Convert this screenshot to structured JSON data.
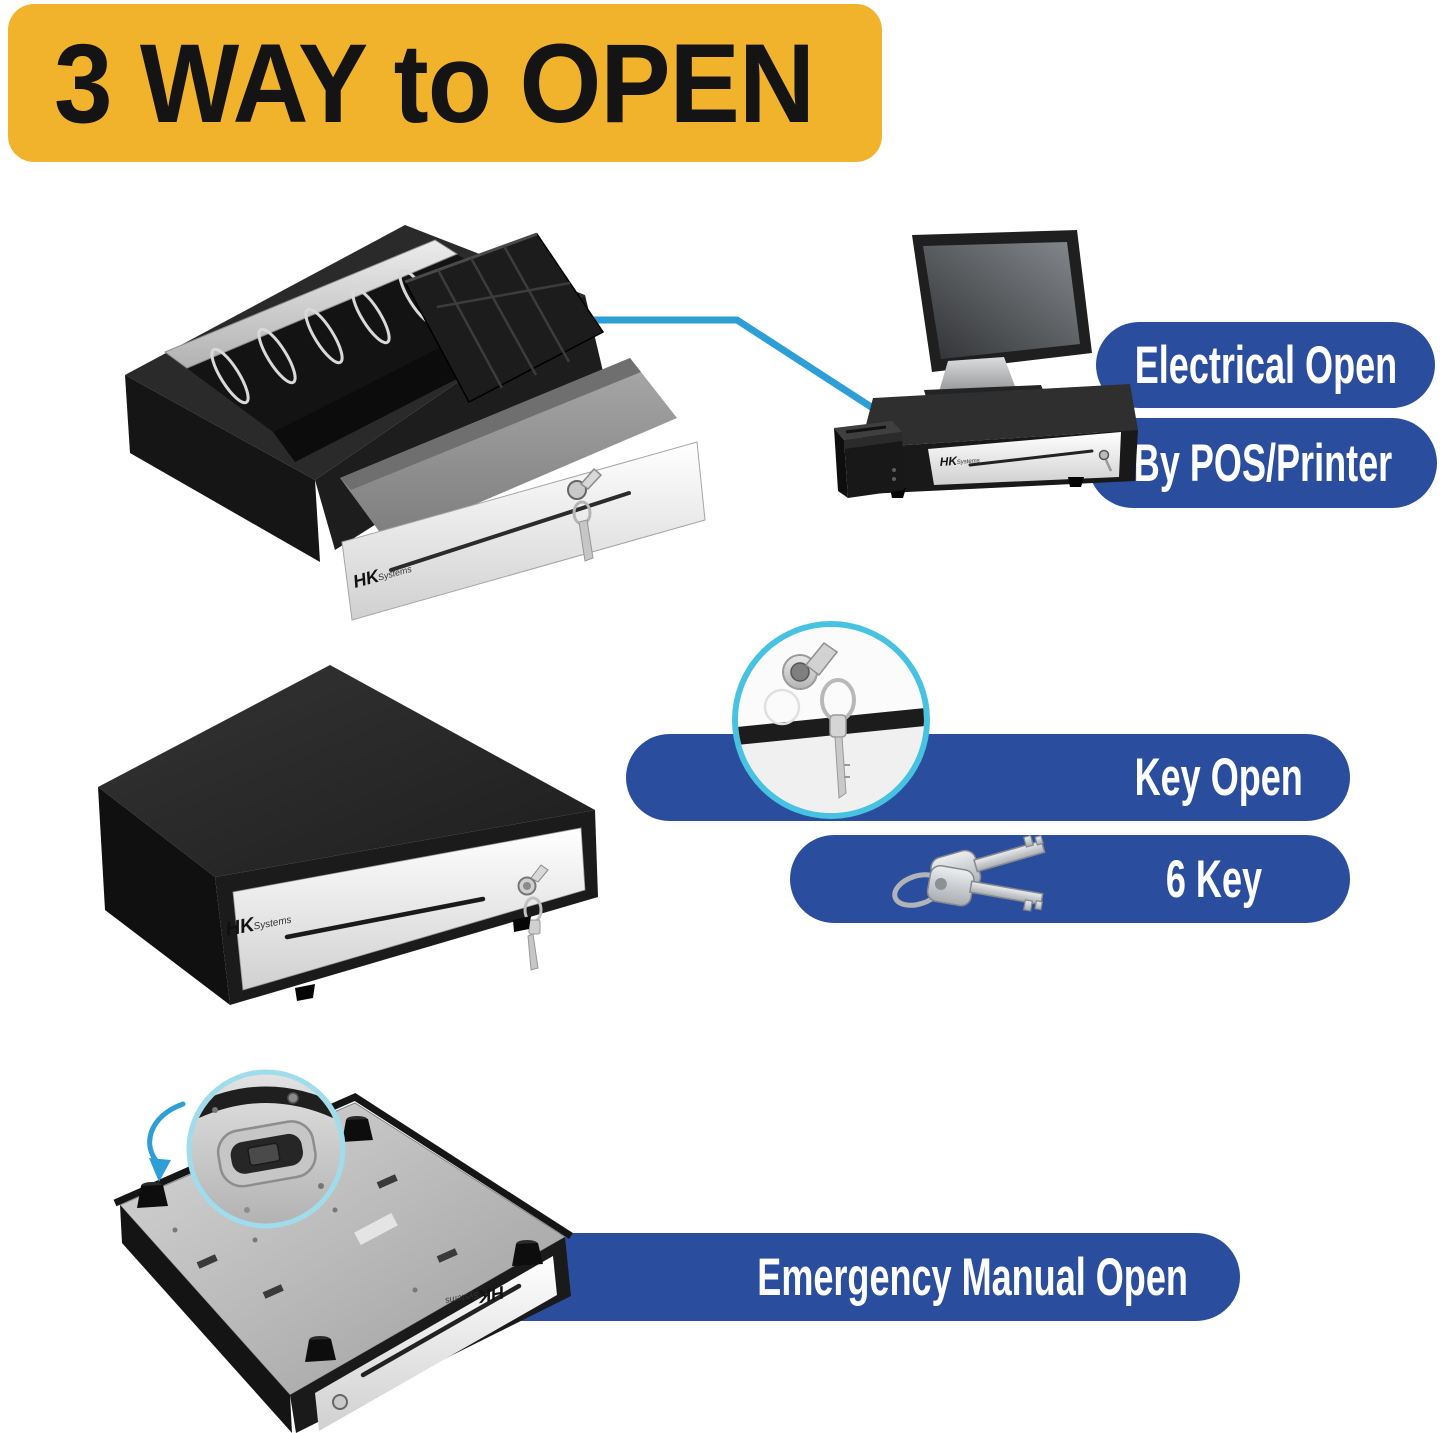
{
  "title_banner": {
    "text": "3 WAY to OPEN"
  },
  "brand": {
    "name": "HK",
    "suffix": "Systems"
  },
  "callouts": {
    "electrical": {
      "line1": "Electrical Open",
      "line2": "By POS/Printer"
    },
    "key": {
      "line1": "Key Open",
      "line2": "6 Key"
    },
    "manual": {
      "line1": "Emergency Manual Open"
    }
  },
  "colors": {
    "banner_bg": "#F2B32C",
    "banner_text": "#141414",
    "pill_bg": "#2A4E9D",
    "pill_text": "#FFFFFF",
    "connector_line": "#2D9ED6",
    "inset_ring": "#47C3E1"
  }
}
